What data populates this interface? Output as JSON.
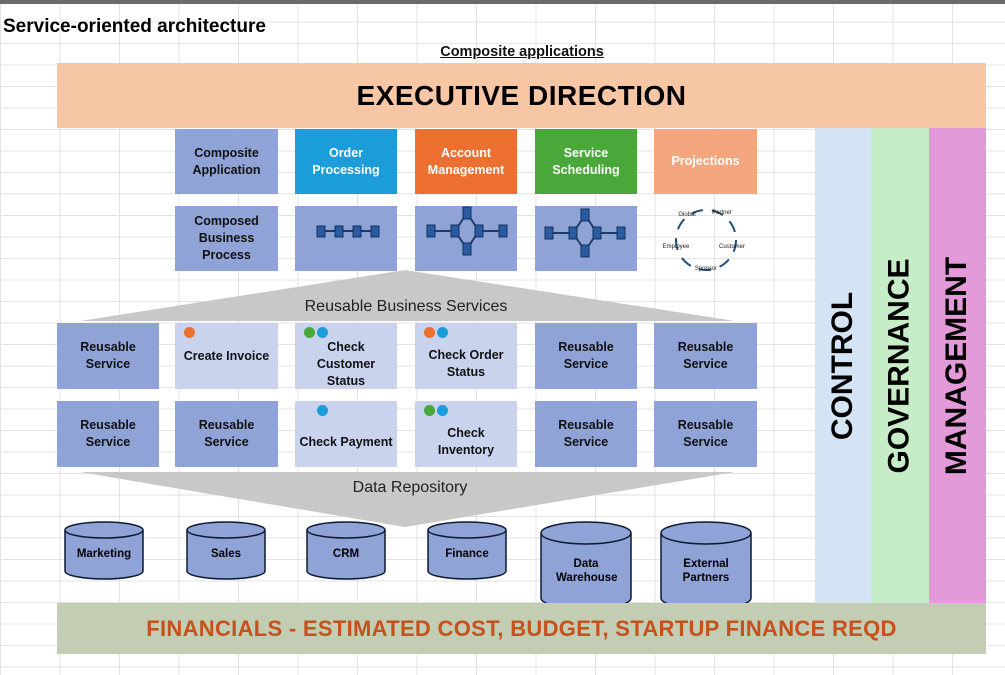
{
  "title": "Service-oriented architecture",
  "subtitle": "Composite applications",
  "executive": "EXECUTIVE DIRECTION",
  "applications": [
    "Composite Application",
    "Order Processing",
    "Account Management",
    "Service Scheduling",
    "Projections"
  ],
  "composed_label": "Composed Business Process",
  "projection_nodes": [
    "Global",
    "Partner",
    "Customer",
    "Sponsor",
    "Employee"
  ],
  "reusable_business_services": "Reusable Business Services",
  "services_row1": [
    "Reusable Service",
    "Create Invoice",
    "Check Customer Status",
    "Check Order Status",
    "Reusable Service",
    "Reusable Service"
  ],
  "services_row2": [
    "Reusable Service",
    "Reusable Service",
    "Check Payment",
    "Check Inventory",
    "Reusable Service",
    "Reusable Service"
  ],
  "data_repository": "Data Repository",
  "databases": [
    "Marketing",
    "Sales",
    "CRM",
    "Finance",
    "Data Warehouse",
    "External Partners"
  ],
  "bands": [
    "CONTROL",
    "GOVERNANCE",
    "MANAGEMENT"
  ],
  "financials": "FINANCIALS - ESTIMATED COST, BUDGET, STARTUP FINANCE REQD",
  "colors": {
    "executive": "#f7c6a5",
    "order_processing": "#1a9dd9",
    "account_management": "#ee7031",
    "service_scheduling": "#4aa83a",
    "projections": "#f4a77f",
    "service_blue": "#8fa3d6",
    "service_light": "#c9d3ee",
    "control": "#d4e4f5",
    "governance": "#c6ecc8",
    "management": "#e39ad8",
    "financials_bg": "#c3cdb3",
    "financials_text": "#c5511d",
    "dot_orange": "#ee7031",
    "dot_green": "#4aa83a",
    "dot_blue": "#1a9dd9"
  }
}
